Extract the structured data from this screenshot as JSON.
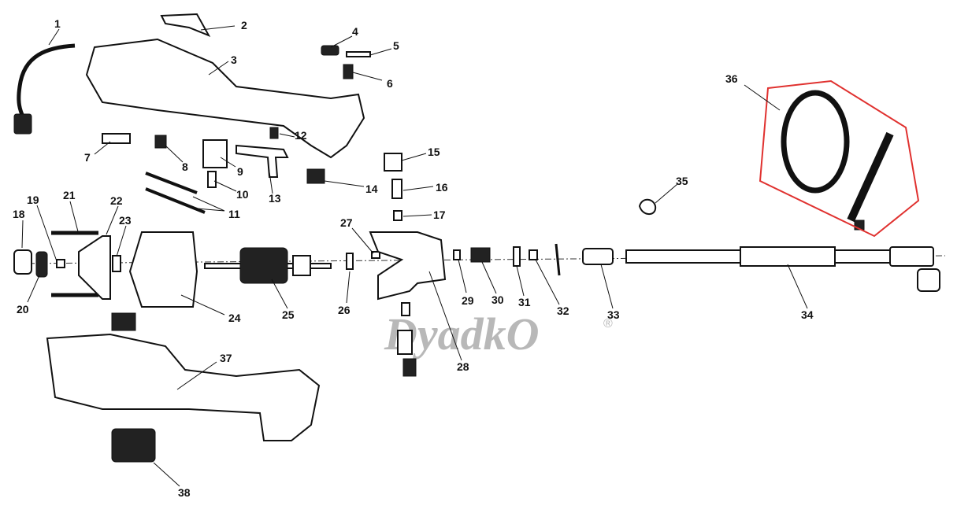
{
  "diagram": {
    "watermark": "DyadkO",
    "watermark_mark": "®",
    "highlight_color": "#e0312f",
    "parts": {
      "p1": "1",
      "p2": "2",
      "p3": "3",
      "p4": "4",
      "p5": "5",
      "p6": "6",
      "p7": "7",
      "p8": "8",
      "p9": "9",
      "p10": "10",
      "p11": "11",
      "p12": "12",
      "p13": "13",
      "p14": "14",
      "p15": "15",
      "p16": "16",
      "p17": "17",
      "p18": "18",
      "p19": "19",
      "p20": "20",
      "p21": "21",
      "p22": "22",
      "p23": "23",
      "p24": "24",
      "p25": "25",
      "p26": "26",
      "p27": "27",
      "p28": "28",
      "p29": "29",
      "p30": "30",
      "p31": "31",
      "p32": "32",
      "p33": "33",
      "p34": "34",
      "p35": "35",
      "p36": "36",
      "p37": "37",
      "p38": "38"
    }
  }
}
